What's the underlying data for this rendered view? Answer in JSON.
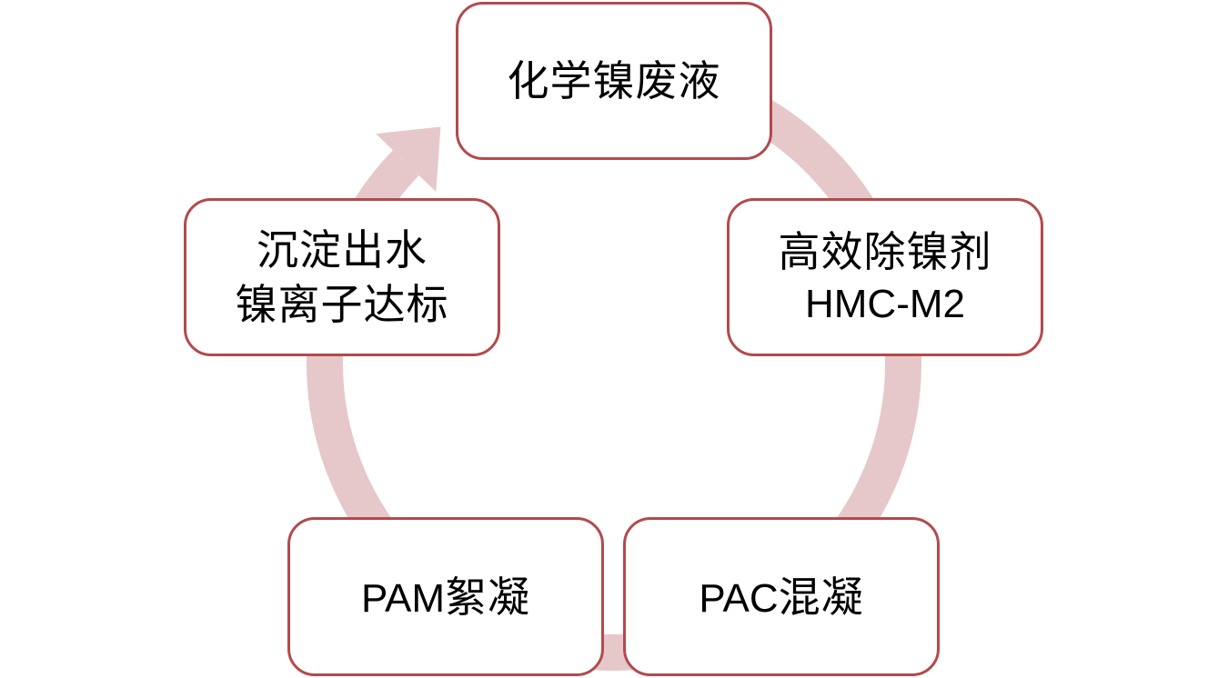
{
  "diagram": {
    "type": "cycle",
    "colors": {
      "ring": "#e6c8ca",
      "box_border": "#b34a4c",
      "box_fill": "#ffffff",
      "text": "#000000"
    },
    "nodes": [
      {
        "id": "waste-liquid",
        "lines": [
          {
            "parts": [
              {
                "text": "化学镍废液",
                "kind": "cjk"
              }
            ]
          }
        ]
      },
      {
        "id": "nickel-remover",
        "lines": [
          {
            "parts": [
              {
                "text": "高效除镍剂",
                "kind": "cjk"
              }
            ]
          },
          {
            "parts": [
              {
                "text": "HMC-M2",
                "kind": "latin"
              }
            ]
          }
        ]
      },
      {
        "id": "pac-coagulation",
        "lines": [
          {
            "parts": [
              {
                "text": "PAC",
                "kind": "latin"
              },
              {
                "text": "混凝",
                "kind": "cjk"
              }
            ]
          }
        ]
      },
      {
        "id": "pam-flocculation",
        "lines": [
          {
            "parts": [
              {
                "text": "PAM",
                "kind": "latin"
              },
              {
                "text": "絮凝",
                "kind": "cjk"
              }
            ]
          }
        ]
      },
      {
        "id": "effluent-compliance",
        "lines": [
          {
            "parts": [
              {
                "text": "沉淀出水",
                "kind": "cjk"
              }
            ]
          },
          {
            "parts": [
              {
                "text": "镍离子达标",
                "kind": "cjk"
              }
            ]
          }
        ]
      }
    ],
    "flow_direction": "clockwise",
    "arrow_icon": "curved-arrow-icon"
  }
}
